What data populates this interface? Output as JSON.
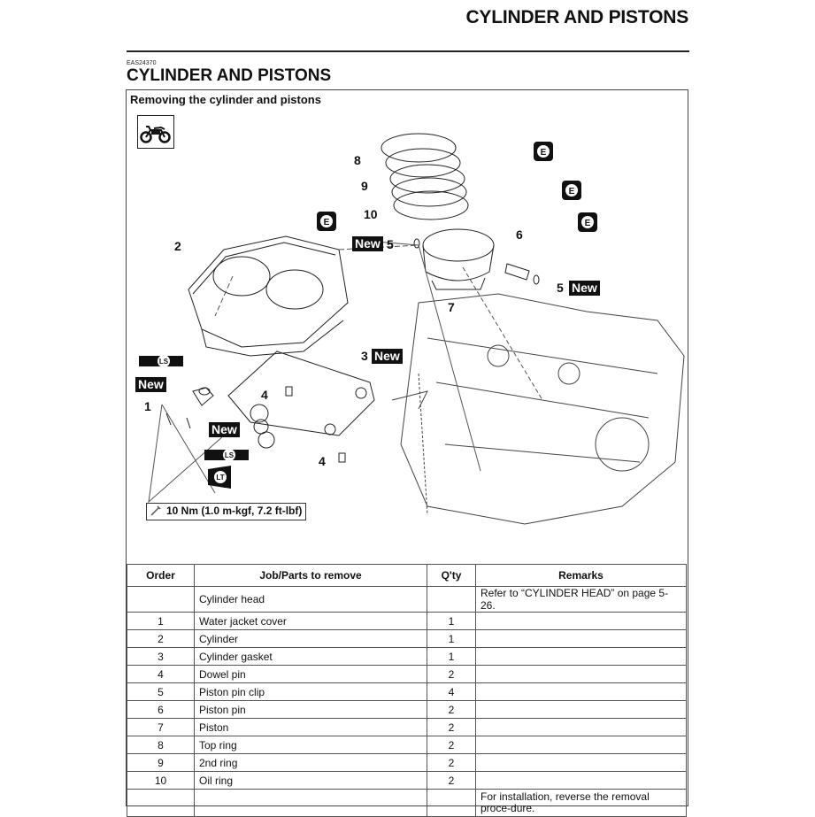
{
  "header": {
    "running_title": "CYLINDER AND PISTONS",
    "section_code": "EAS24370",
    "section_title": "CYLINDER AND PISTONS"
  },
  "figure": {
    "title": "Removing the cylinder and pistons",
    "vehicle_icon": "motorcycle-icon",
    "torque_spec": "10 Nm (1.0 m-kgf, 7.2 ft-lbf)",
    "callouts": {
      "c1": "1",
      "c2": "2",
      "c3": "3",
      "c4a": "4",
      "c4b": "4",
      "c5a": "5",
      "c5b": "5",
      "c6": "6",
      "c7": "7",
      "c8": "8",
      "c9": "9",
      "c10": "10"
    },
    "new_label": "New",
    "lubricant_labels": {
      "engine_oil": "E",
      "lithium_soap_grease": "LS",
      "locking_agent": "LT"
    }
  },
  "table": {
    "headers": [
      "Order",
      "Job/Parts to remove",
      "Q'ty",
      "Remarks"
    ],
    "rows": [
      {
        "order": "",
        "part": "Cylinder head",
        "qty": "",
        "remarks": "Refer to “CYLINDER HEAD” on page 5-26."
      },
      {
        "order": "1",
        "part": "Water jacket cover",
        "qty": "1",
        "remarks": ""
      },
      {
        "order": "2",
        "part": "Cylinder",
        "qty": "1",
        "remarks": ""
      },
      {
        "order": "3",
        "part": "Cylinder gasket",
        "qty": "1",
        "remarks": ""
      },
      {
        "order": "4",
        "part": "Dowel pin",
        "qty": "2",
        "remarks": ""
      },
      {
        "order": "5",
        "part": "Piston pin clip",
        "qty": "4",
        "remarks": ""
      },
      {
        "order": "6",
        "part": "Piston pin",
        "qty": "2",
        "remarks": ""
      },
      {
        "order": "7",
        "part": "Piston",
        "qty": "2",
        "remarks": ""
      },
      {
        "order": "8",
        "part": "Top ring",
        "qty": "2",
        "remarks": ""
      },
      {
        "order": "9",
        "part": "2nd ring",
        "qty": "2",
        "remarks": ""
      },
      {
        "order": "10",
        "part": "Oil ring",
        "qty": "2",
        "remarks": ""
      },
      {
        "order": "",
        "part": "",
        "qty": "",
        "remarks": "For installation, reverse the removal proce-dure."
      }
    ]
  }
}
